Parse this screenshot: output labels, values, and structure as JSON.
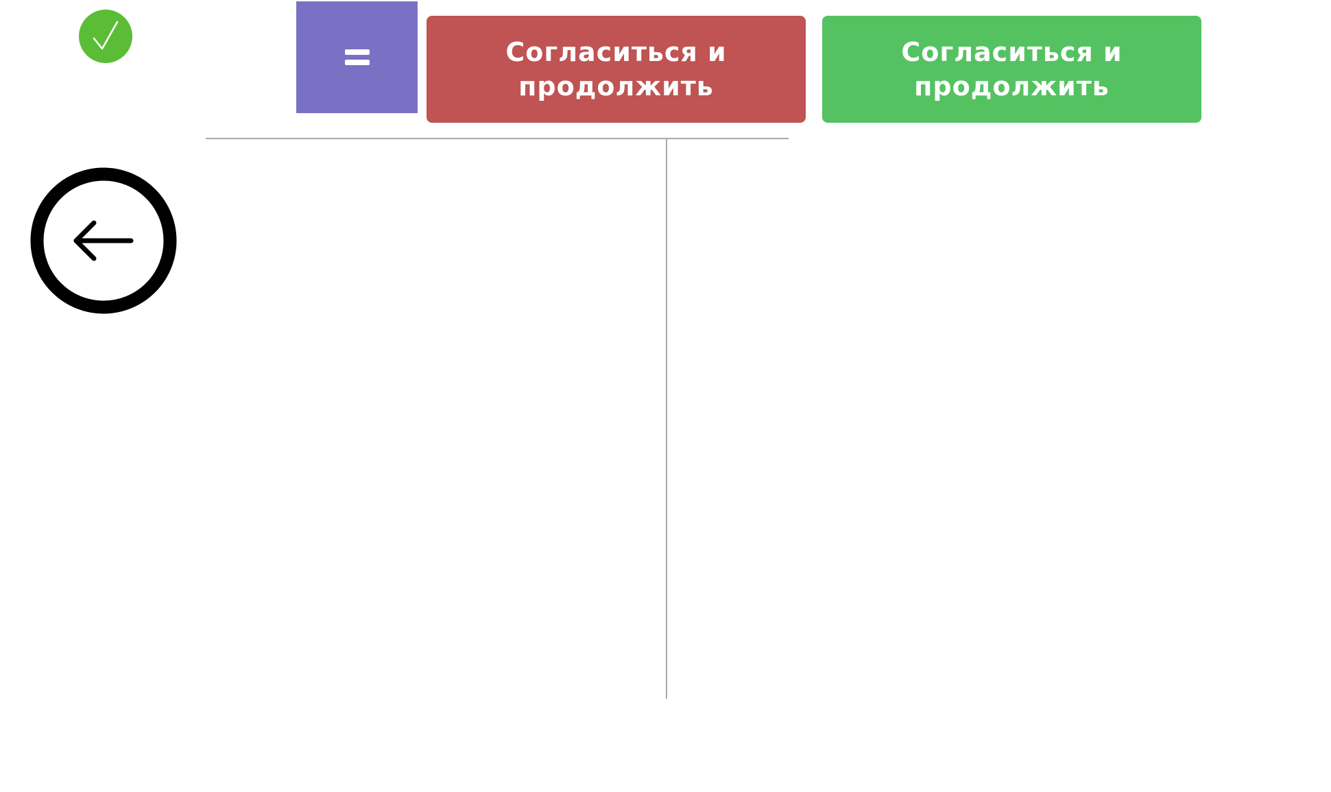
{
  "status": {
    "icon": "checkmark-icon",
    "color": "#5bbd36"
  },
  "menu": {
    "icon": "equals-icon",
    "color": "#7a71c4"
  },
  "actions": {
    "decline_label_line1": "Согласиться и",
    "decline_label_line2": "продолжить",
    "decline_color": "#c05353",
    "accept_label_line1": "Согласиться и",
    "accept_label_line2": "продолжить",
    "accept_color": "#55c262"
  },
  "navigation": {
    "back_icon": "arrow-left-circle-icon"
  }
}
